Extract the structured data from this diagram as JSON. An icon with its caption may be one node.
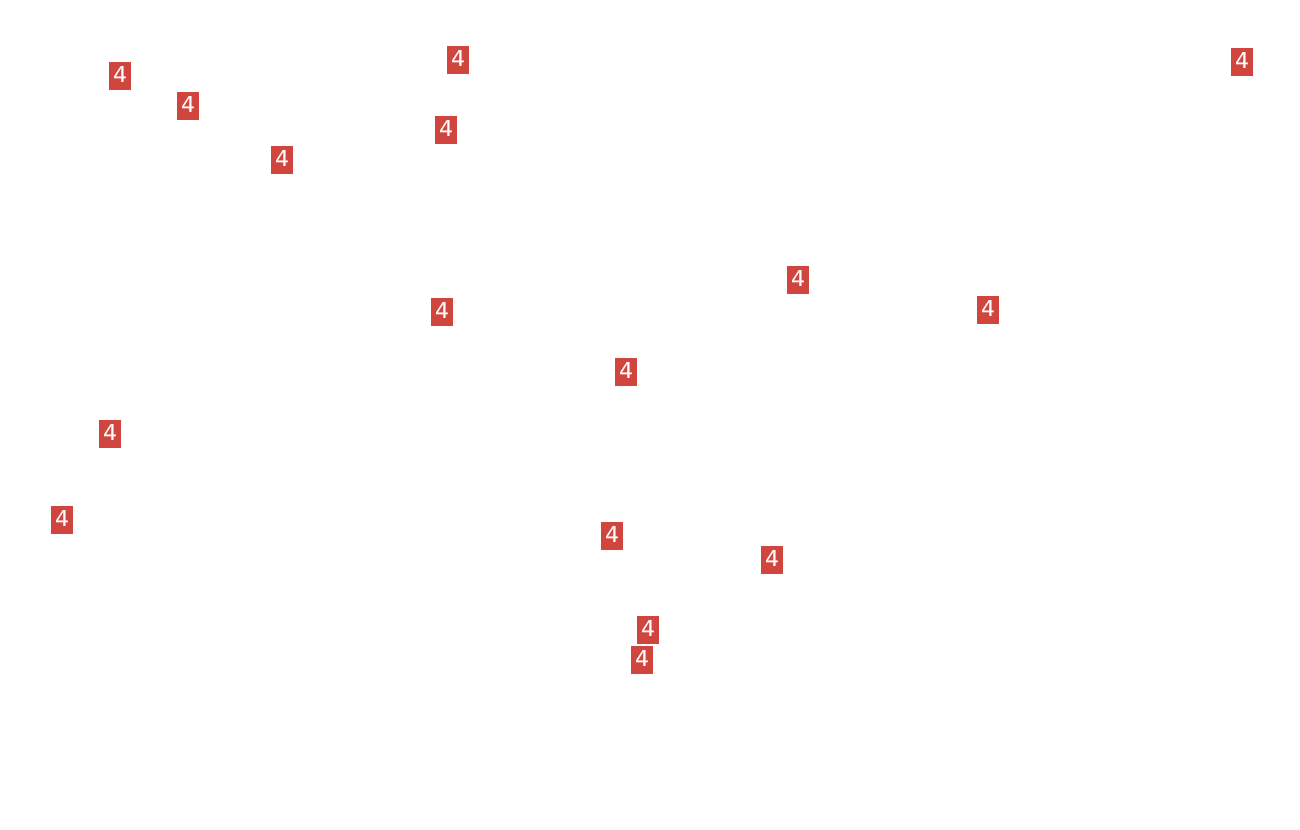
{
  "diagram": {
    "labels": [
      "4",
      "4",
      "4",
      "4",
      "4",
      "4",
      "4",
      "4",
      "4",
      "4",
      "4",
      "4",
      "4",
      "4",
      "4",
      "4"
    ]
  }
}
